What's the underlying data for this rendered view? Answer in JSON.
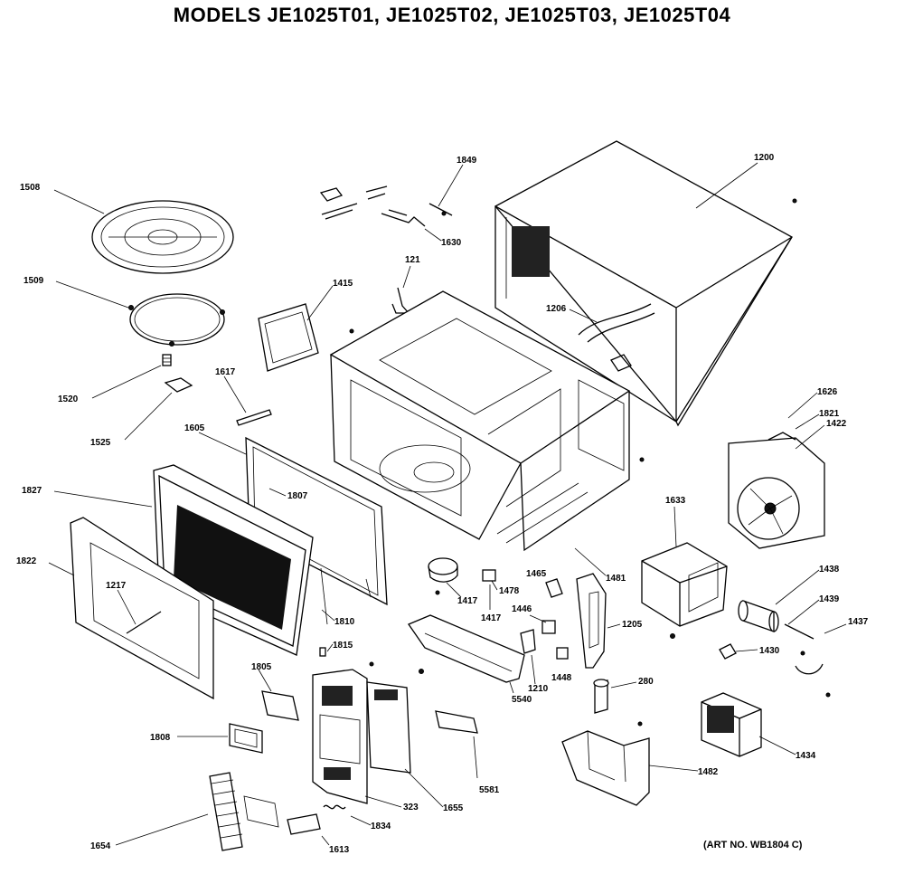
{
  "title": "MODELS JE1025T01, JE1025T02, JE1025T03, JE1025T04",
  "art_number": "(ART NO. WB1804 C)",
  "part_labels": {
    "p1508": "1508",
    "p1509": "1509",
    "p1520": "1520",
    "p1525": "1525",
    "p1849": "1849",
    "p1630": "1630",
    "p1200": "1200",
    "p121": "121",
    "p1415": "1415",
    "p1206": "1206",
    "p1617": "1617",
    "p1605": "1605",
    "p1827": "1827",
    "p1807": "1807",
    "p1822": "1822",
    "p1217": "1217",
    "p1626": "1626",
    "p1821": "1821",
    "p1422": "1422",
    "p1633": "1633",
    "p1417a": "1417",
    "p1478": "1478",
    "p1417b": "1417",
    "p1465": "1465",
    "p1481": "1481",
    "p1810": "1810",
    "p1815": "1815",
    "p1446": "1446",
    "p1205": "1205",
    "p1448": "1448",
    "p1438": "1438",
    "p1439": "1439",
    "p1430": "1430",
    "p1437": "1437",
    "p1805": "1805",
    "p1210": "1210",
    "p5540": "5540",
    "p280": "280",
    "p1808": "1808",
    "p323": "323",
    "p1655": "1655",
    "p5581": "5581",
    "p1434": "1434",
    "p1482": "1482",
    "p1834": "1834",
    "p1654": "1654",
    "p1613": "1613"
  }
}
